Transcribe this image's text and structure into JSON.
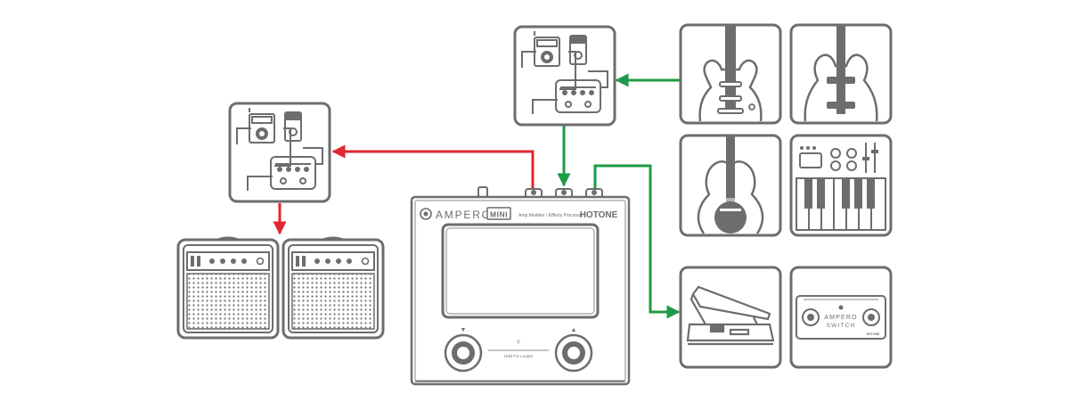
{
  "diagram": {
    "device": {
      "brand_name": "AMPERO",
      "model_badge": "MINI",
      "subtitle": "Amp Modeler / Effects Processor",
      "maker": "HOTONE",
      "footswitch_hint": "Hold For Looper",
      "left_switch_arrow": "▼",
      "right_switch_arrow": "▲"
    },
    "footswitch_unit": {
      "line1": "AMPERO",
      "line2": "SWITCH",
      "maker": "HOTONE"
    },
    "colors": {
      "outline": "#6d6d6d",
      "output_line": "#e0262f",
      "input_line": "#1e9a46",
      "background": "#ffffff"
    },
    "icons": [
      "pedalboard-icon",
      "pedalboard-icon",
      "amp-icon",
      "amp-icon",
      "electric-guitar-icon",
      "bass-guitar-icon",
      "acoustic-guitar-icon",
      "keyboard-synth-icon",
      "expression-pedal-icon",
      "footswitch-icon"
    ]
  }
}
